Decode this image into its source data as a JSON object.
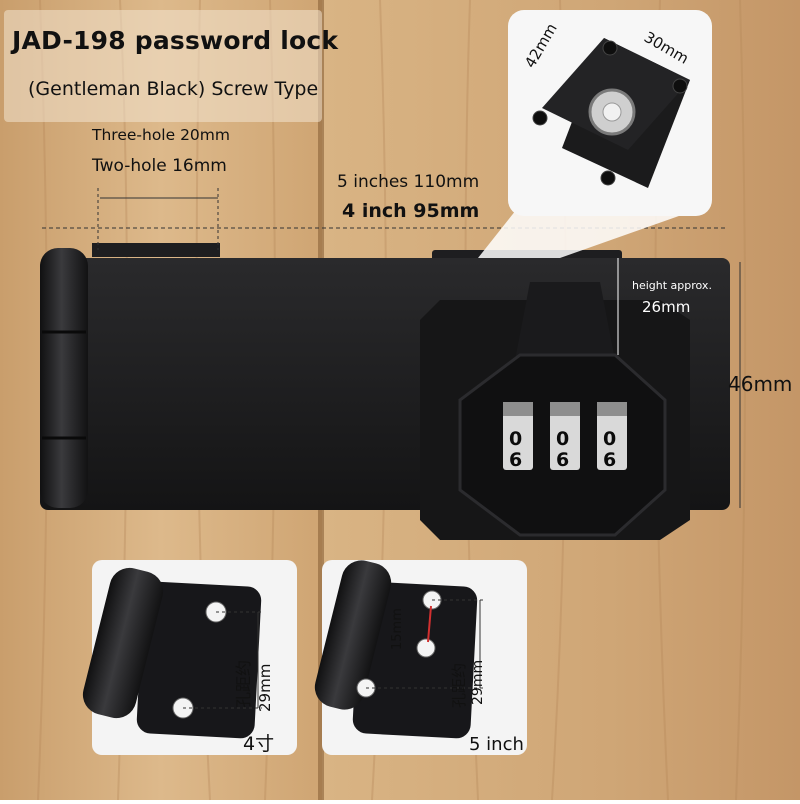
{
  "product": {
    "title": "JAD-198 password lock",
    "subtitle": "(Gentleman Black) Screw Type"
  },
  "dimensions": {
    "hole_three": "Three-hole 20mm",
    "hole_two": "Two-hole 16mm",
    "length_5": "5 inches 110mm",
    "length_4": "4 inch 95mm",
    "height_label": "height approx.",
    "height_value": "26mm",
    "width": "46mm",
    "base_42": "42mm",
    "base_30": "30mm",
    "hole_gap": "15mm"
  },
  "insets": {
    "left": {
      "spacing_label": "孔距约",
      "spacing_value": "29mm",
      "size_label": "4寸"
    },
    "right": {
      "spacing_label": "孔距约",
      "spacing_value": "29mm",
      "size_label": "5 inch"
    }
  },
  "dial": {
    "top_digits": [
      "0",
      "0",
      "0"
    ],
    "bottom_digits": [
      "6",
      "6",
      "6"
    ]
  },
  "colors": {
    "wood_light": "#d8b487",
    "wood_dark": "#b98a59",
    "metal": "#1c1c1e",
    "inset_bg": "#f4f4f4",
    "accent_red": "#d23030"
  }
}
